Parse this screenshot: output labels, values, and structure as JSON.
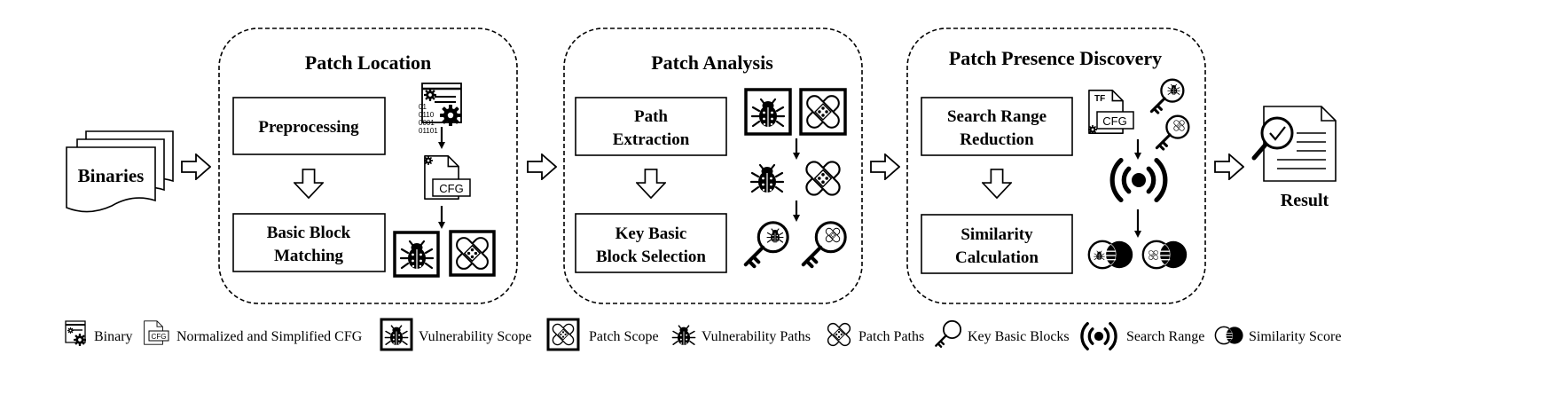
{
  "inputs": {
    "binaries": "Binaries"
  },
  "stages": [
    {
      "title": "Patch Location",
      "box1": [
        "Preprocessing"
      ],
      "box2": [
        "Basic Block",
        "Matching"
      ]
    },
    {
      "title": "Patch Analysis",
      "box1": [
        "Path",
        "Extraction"
      ],
      "box2": [
        "Key Basic",
        "Block Selection"
      ]
    },
    {
      "title": "Patch Presence Discovery",
      "box1": [
        "Search Range",
        "Reduction"
      ],
      "box2": [
        "Similarity",
        "Calculation"
      ]
    }
  ],
  "result": "Result",
  "icon_text": {
    "binary_code": [
      "01",
      "0110",
      "0001",
      "01101"
    ],
    "cfg": "CFG",
    "tf": "TF"
  },
  "legend": [
    {
      "icon": "binary-icon",
      "label": "Binary"
    },
    {
      "icon": "cfg-icon",
      "label": "Normalized and Simplified CFG"
    },
    {
      "icon": "vulnerability-scope-icon",
      "label": "Vulnerability Scope"
    },
    {
      "icon": "patch-scope-icon",
      "label": "Patch Scope"
    },
    {
      "icon": "vulnerability-paths-icon",
      "label": "Vulnerability Paths"
    },
    {
      "icon": "patch-paths-icon",
      "label": "Patch Paths"
    },
    {
      "icon": "key-basic-blocks-icon",
      "label": "Key Basic Blocks"
    },
    {
      "icon": "search-range-icon",
      "label": "Search Range"
    },
    {
      "icon": "similarity-score-icon",
      "label": "Similarity Score"
    }
  ]
}
